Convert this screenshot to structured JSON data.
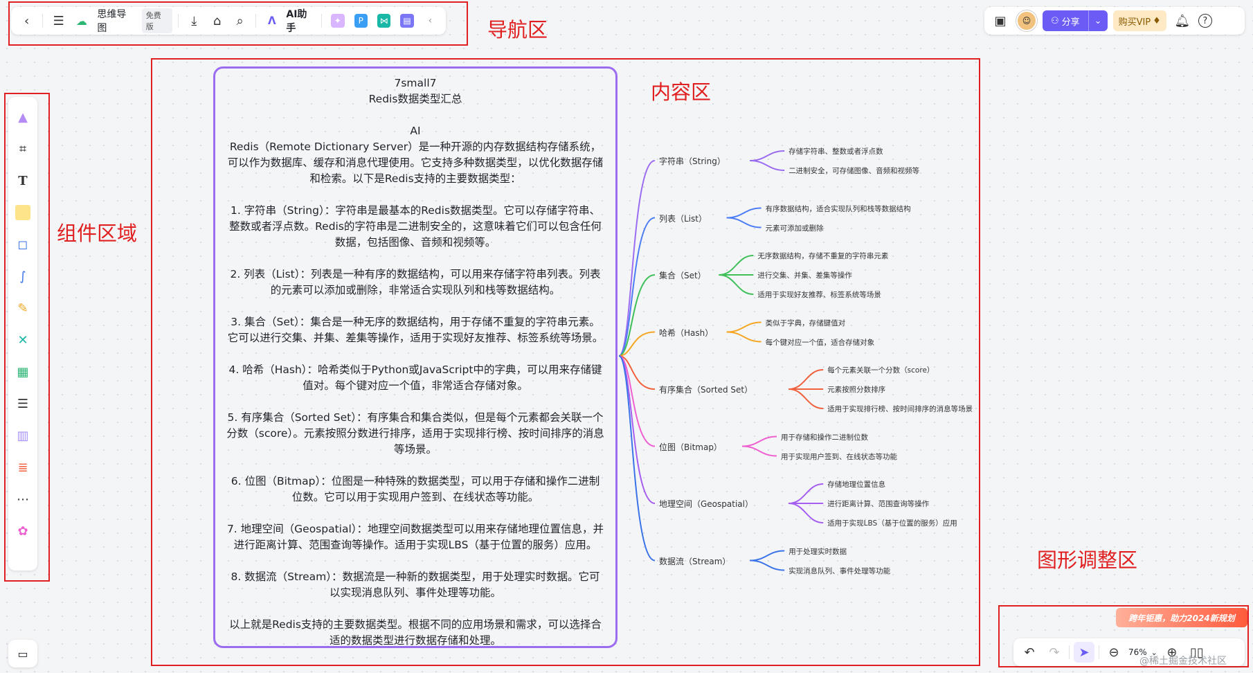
{
  "toolbar": {
    "doc_title": "思维导图",
    "badge": "免费版",
    "ai_label": "AI助手"
  },
  "right_toolbar": {
    "share_label": "分享",
    "vip_label": "购买VIP"
  },
  "annotations": {
    "nav": "导航区",
    "content": "内容区",
    "components": "组件区域",
    "adjust": "图形调整区"
  },
  "card": {
    "lines": [
      "7small7",
      "Redis数据类型汇总",
      "",
      "AI",
      "Redis（Remote Dictionary Server）是一种开源的内存数据结构存储系统，可以作为数据库、缓存和消息代理使用。它支持多种数据类型，以优化数据存储和检索。以下是Redis支持的主要数据类型：",
      "",
      "1. 字符串（String）：字符串是最基本的Redis数据类型。它可以存储字符串、整数或者浮点数。Redis的字符串是二进制安全的，这意味着它们可以包含任何数据，包括图像、音频和视频等。",
      "",
      "2. 列表（List）：列表是一种有序的数据结构，可以用来存储字符串列表。列表的元素可以添加或删除，非常适合实现队列和栈等数据结构。",
      "",
      "3. 集合（Set）：集合是一种无序的数据结构，用于存储不重复的字符串元素。它可以进行交集、并集、差集等操作，适用于实现好友推荐、标签系统等场景。",
      "",
      "4. 哈希（Hash）：哈希类似于Python或JavaScript中的字典，可以用来存储键值对。每个键对应一个值，非常适合存储对象。",
      "",
      "5. 有序集合（Sorted Set）：有序集合和集合类似，但是每个元素都会关联一个分数（score）。元素按照分数进行排序，适用于实现排行榜、按时间排序的消息等场景。",
      "",
      "6. 位图（Bitmap）：位图是一种特殊的数据类型，可以用于存储和操作二进制位数。它可以用于实现用户签到、在线状态等功能。",
      "",
      "7. 地理空间（Geospatial）：地理空间数据类型可以用来存储地理位置信息，并进行距离计算、范围查询等操作。适用于实现LBS（基于位置的服务）应用。",
      "",
      "8. 数据流（Stream）：数据流是一种新的数据类型，用于处理实时数据。它可以实现消息队列、事件处理等功能。",
      "",
      "以上就是Redis支持的主要数据类型。根据不同的应用场景和需求，可以选择合适的数据类型进行数据存储和处理。"
    ]
  },
  "mindmap": {
    "branches": [
      {
        "label": "字符串（String）",
        "color": "#9b6cf0",
        "leaves": [
          "存储字符串、整数或者浮点数",
          "二进制安全，可存储图像、音频和视频等"
        ]
      },
      {
        "label": "列表（List）",
        "color": "#4c7cf5",
        "leaves": [
          "有序数据结构，适合实现队列和栈等数据结构",
          "元素可添加或删除"
        ]
      },
      {
        "label": "集合（Set）",
        "color": "#3fbf5a",
        "leaves": [
          "无序数据结构，存储不重复的字符串元素",
          "进行交集、并集、差集等操作",
          "适用于实现好友推荐、标签系统等场景"
        ]
      },
      {
        "label": "哈希（Hash）",
        "color": "#f5a623",
        "leaves": [
          "类似于字典，存储键值对",
          "每个键对应一个值，适合存储对象"
        ]
      },
      {
        "label": "有序集合（Sorted Set）",
        "color": "#f0603c",
        "leaves": [
          "每个元素关联一个分数（score）",
          "元素按照分数排序",
          "适用于实现排行榜、按时间排序的消息等场景"
        ]
      },
      {
        "label": "位图（Bitmap）",
        "color": "#ee5fd0",
        "leaves": [
          "用于存储和操作二进制位数",
          "用于实现用户签到、在线状态等功能"
        ]
      },
      {
        "label": "地理空间（Geospatial）",
        "color": "#a55ef0",
        "leaves": [
          "存储地理位置信息",
          "进行距离计算、范围查询等操作",
          "适用于实现LBS（基于位置的服务）应用"
        ]
      },
      {
        "label": "数据流（Stream）",
        "color": "#3b73e8",
        "leaves": [
          "用于处理实时数据",
          "实现消息队列、事件处理等功能"
        ]
      }
    ]
  },
  "bottom": {
    "promo": "跨年钜惠，助力2024新规划",
    "zoom": "76%",
    "watermark": "@稀土掘金技术社区"
  },
  "colors": {
    "accent": "#6a5cf5",
    "frame": "#9b6cf0",
    "annotation": "#e02020"
  }
}
